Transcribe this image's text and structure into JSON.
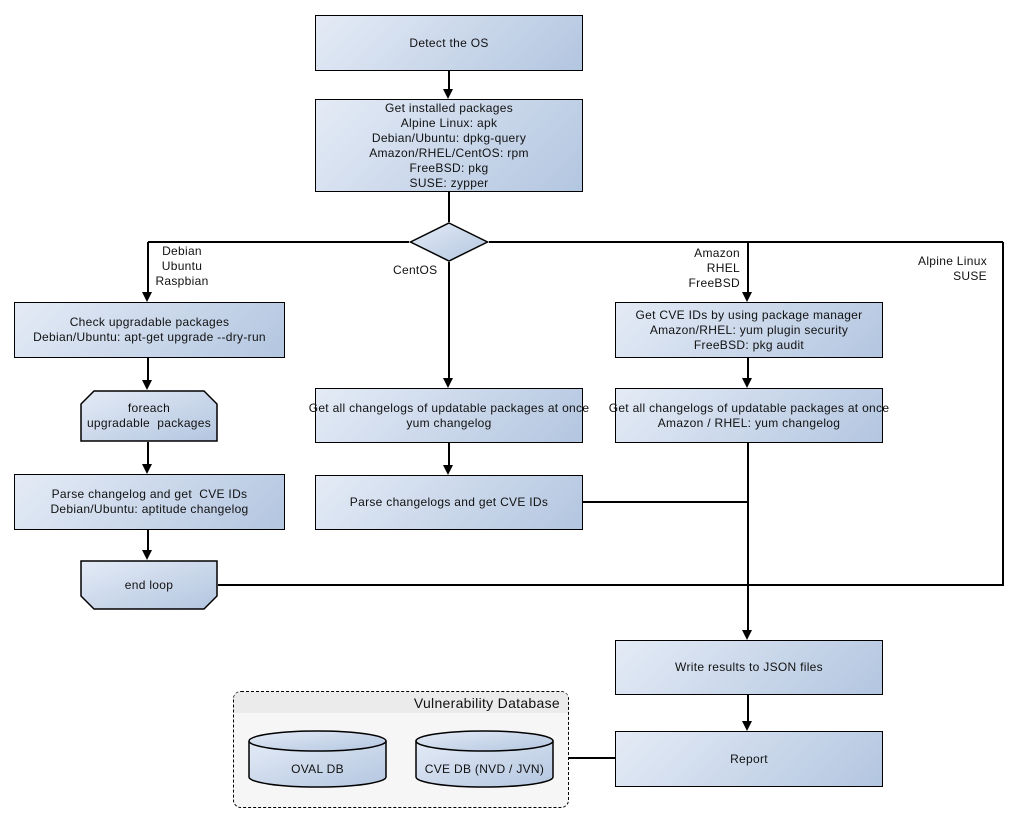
{
  "nodes": {
    "detect_os": "Detect the OS",
    "get_installed_packages": "Get installed packages\nAlpine Linux: apk\nDebian/Ubuntu: dpkg-query\nAmazon/RHEL/CentOS: rpm\nFreeBSD: pkg\nSUSE: zypper",
    "check_upgradable": "Check upgradable packages\nDebian/Ubuntu: apt-get upgrade --dry-run",
    "foreach_loop": "foreach\nupgradable  packages",
    "parse_changelog_debian": "Parse changelog and get  CVE IDs\nDebian/Ubuntu: aptitude changelog",
    "end_loop": "end loop",
    "get_changelogs_yum": "Get all changelogs of updatable packages at once\nyum changelog",
    "parse_changelogs_yum": "Parse changelogs and get CVE IDs",
    "get_cve_ids_package_manager": "Get CVE IDs by using package manager\nAmazon/RHEL: yum plugin security\nFreeBSD: pkg audit",
    "get_changelogs_amazon_rhel": "Get all changelogs of updatable packages at once\nAmazon / RHEL: yum changelog",
    "write_results": "Write results to JSON files",
    "report": "Report"
  },
  "branch_labels": {
    "debian": "Debian\nUbuntu\nRaspbian",
    "centos": "CentOS",
    "amazon": "Amazon\nRHEL\nFreeBSD",
    "alpine": "Alpine Linux\nSUSE"
  },
  "database": {
    "title": "Vulnerability Database",
    "oval_db": "OVAL DB",
    "cve_db": "CVE DB (NVD / JVN)"
  },
  "colors": {
    "node_light": "#e4ebf6",
    "node_dark": "#b3c6e0",
    "edge": "#000000",
    "db_fill": "#f6f6f6",
    "db_header": "#ebebeb"
  }
}
